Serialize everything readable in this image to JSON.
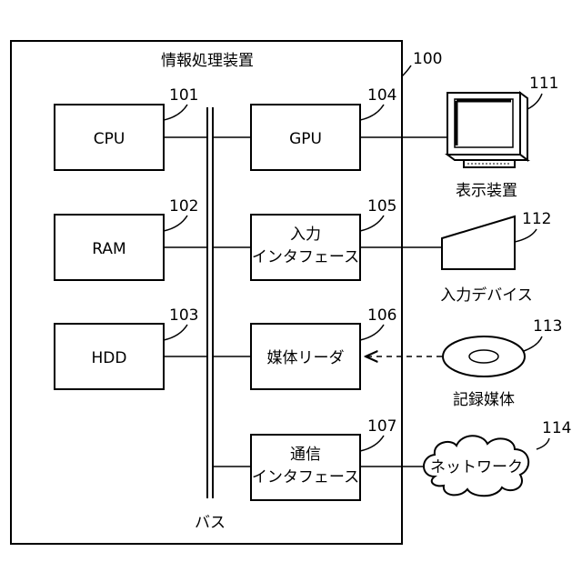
{
  "outer_box": {
    "title": "情報処理装置",
    "ref": "100"
  },
  "bus": {
    "label": "バス"
  },
  "blocks": {
    "cpu": {
      "label": "CPU",
      "ref": "101"
    },
    "ram": {
      "label": "RAM",
      "ref": "102"
    },
    "hdd": {
      "label": "HDD",
      "ref": "103"
    },
    "gpu": {
      "label": "GPU",
      "ref": "104"
    },
    "input_if": {
      "line1": "入力",
      "line2": "インタフェース",
      "ref": "105"
    },
    "media_reader": {
      "label": "媒体リーダ",
      "ref": "106"
    },
    "comm_if": {
      "line1": "通信",
      "line2": "インタフェース",
      "ref": "107"
    }
  },
  "externals": {
    "display": {
      "label": "表示装置",
      "ref": "111"
    },
    "input_device": {
      "label": "入力デバイス",
      "ref": "112"
    },
    "recording_medium": {
      "label": "記録媒体",
      "ref": "113"
    },
    "network": {
      "label": "ネットワーク",
      "ref": "114"
    }
  }
}
